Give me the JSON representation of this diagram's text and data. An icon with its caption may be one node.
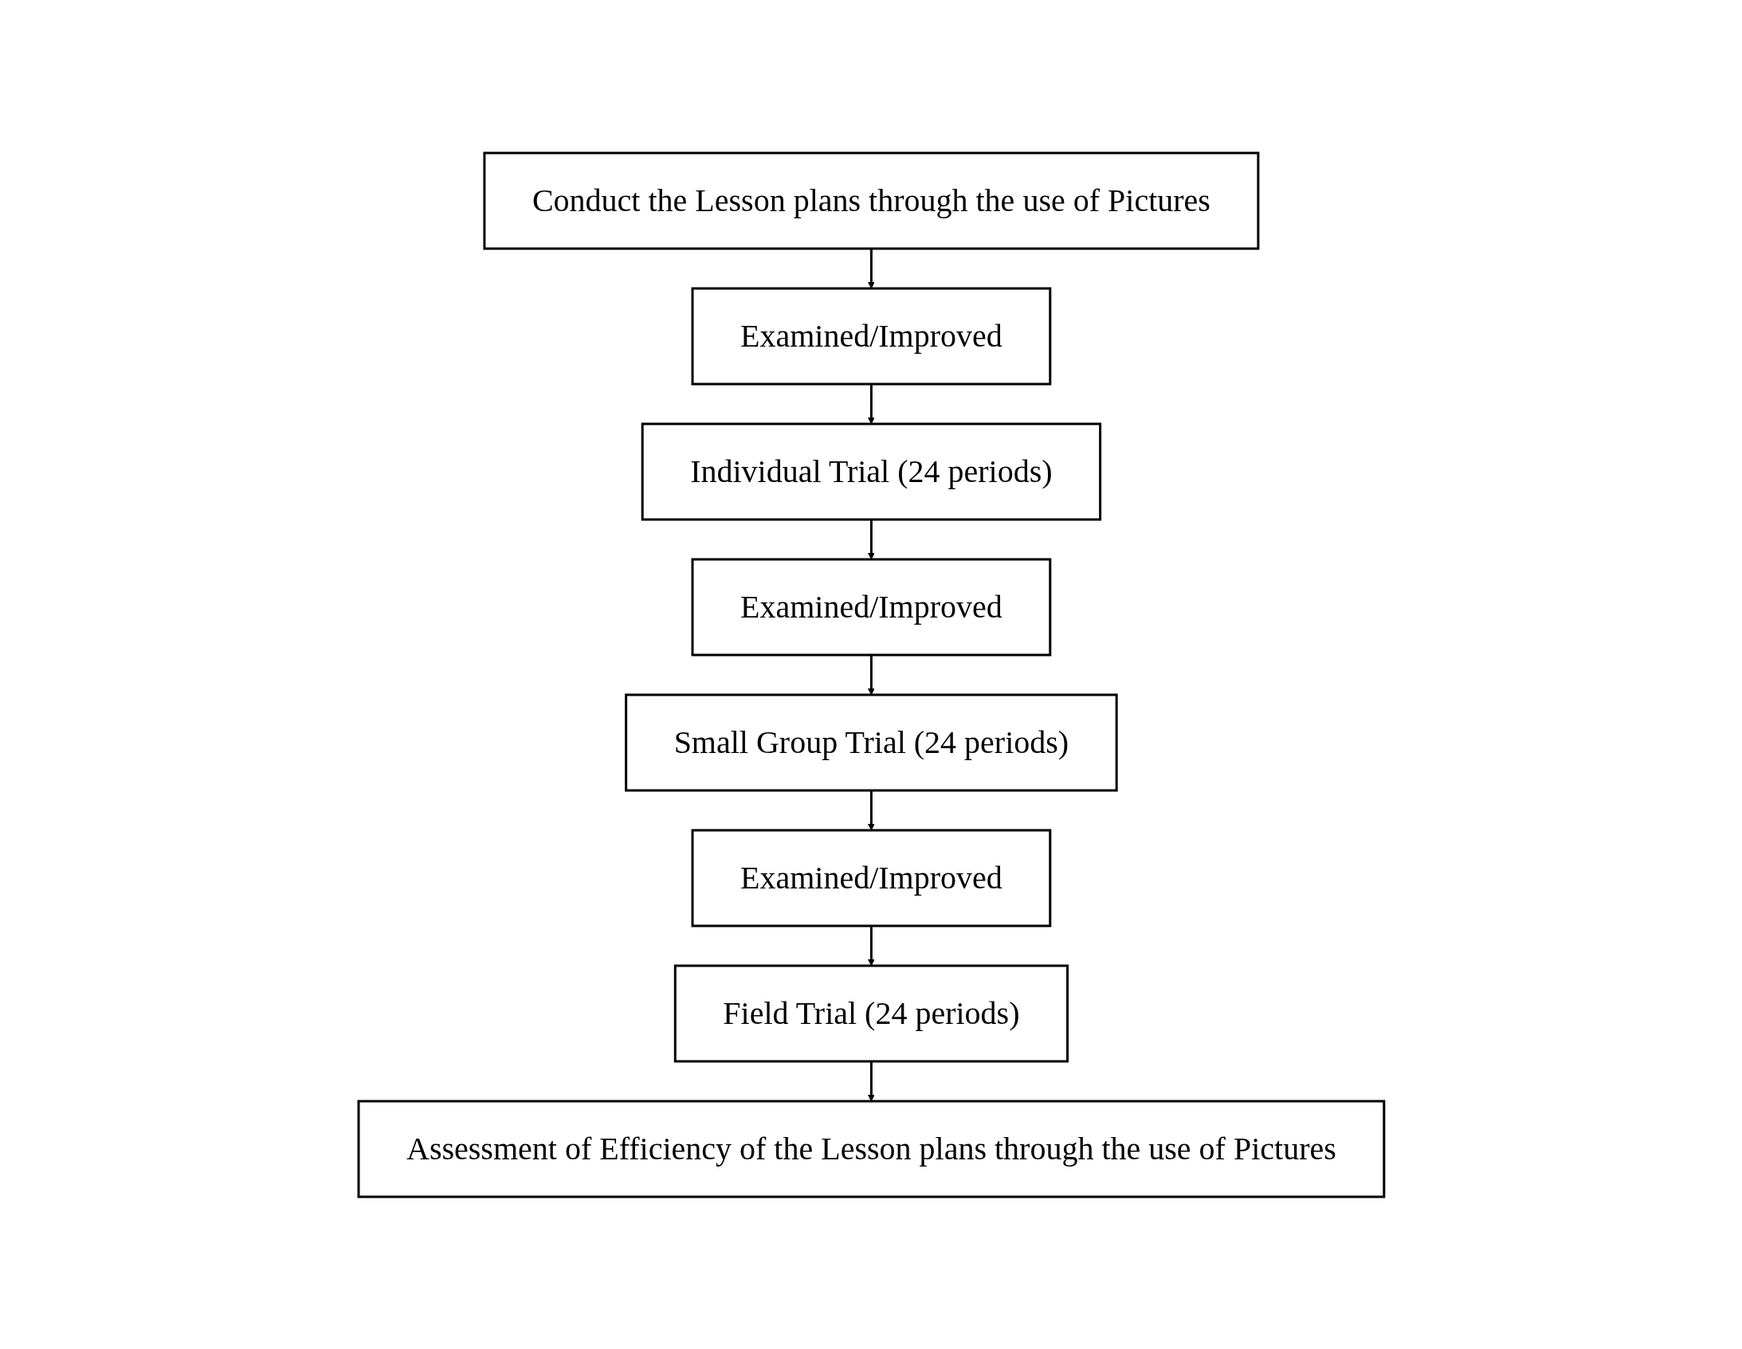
{
  "diagram": {
    "nodes": [
      {
        "text": [
          "Conduct the Lesson plans through the use of Pictures"
        ]
      },
      {
        "text": [
          "Examined/Improved"
        ]
      },
      {
        "text": [
          "Individual Trial (24 periods)"
        ]
      },
      {
        "text": [
          "Examined/Improved"
        ]
      },
      {
        "text": [
          "Small Group Trial (24 periods)"
        ]
      },
      {
        "text": [
          "Examined/Improved"
        ]
      },
      {
        "text": [
          "Field Trial (24 periods)"
        ]
      },
      {
        "text": [
          "Assessment of Efficiency of the Lesson plans through the use of Pictures"
        ]
      }
    ],
    "edges": [
      {
        "from": 0,
        "to": 1,
        "arrow": "to"
      },
      {
        "from": 1,
        "to": 2,
        "arrow": "to"
      },
      {
        "from": 2,
        "to": 3,
        "arrow": "to"
      },
      {
        "from": 3,
        "to": 4,
        "arrow": "to"
      },
      {
        "from": 4,
        "to": 5,
        "arrow": "to"
      },
      {
        "from": 5,
        "to": 6,
        "arrow": "to"
      },
      {
        "from": 6,
        "to": 7,
        "arrow": "to"
      }
    ]
  }
}
